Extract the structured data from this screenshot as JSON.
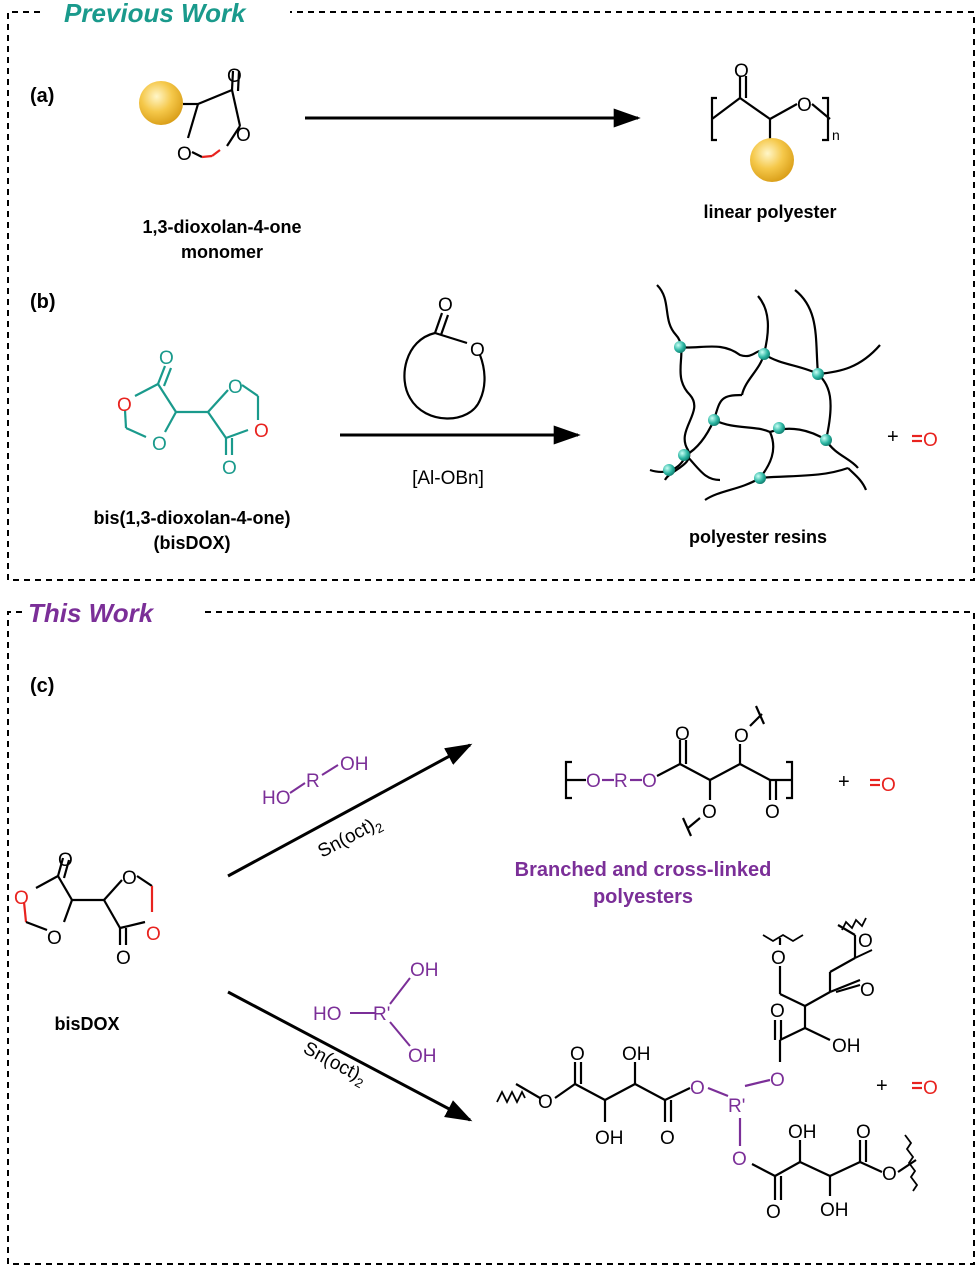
{
  "sections": {
    "previous": {
      "title": "Previous Work",
      "color": "#1a9a8c"
    },
    "current": {
      "title": "This Work",
      "color": "#7b2f98"
    }
  },
  "panel_a": {
    "tag": "(a)",
    "monomer_label_line1": "1,3-dioxolan-4-one",
    "monomer_label_line2": "monomer",
    "product_label": "linear polyester",
    "repeat_subscript": "n"
  },
  "panel_b": {
    "tag": "(b)",
    "monomer_label_line1": "bis(1,3-dioxolan-4-one)",
    "monomer_label_line2": "(bisDOX)",
    "catalyst": "[Al-OBn]",
    "product_label": "polyester resins",
    "plus": "+"
  },
  "panel_c": {
    "tag": "(c)",
    "monomer_label": "bisDOX",
    "diol_top": "OH",
    "diol_bottom": "HO",
    "diol_r": "R",
    "triol_r": "R'",
    "catalyst_base": "Sn(oct)",
    "catalyst_sub": "2",
    "product_label_line1": "Branched and cross-linked",
    "product_label_line2": "polyesters",
    "plus": "+"
  },
  "atoms": {
    "O": "O",
    "OH": "OH",
    "HO": "HO",
    "R": "R",
    "R_prime": "R'"
  },
  "colors": {
    "oxygen": "#e8231f",
    "teal": "#1a9a8c",
    "purple": "#7b2f98",
    "bead": "#2fb8a5",
    "sphere": "#f5c84a"
  }
}
